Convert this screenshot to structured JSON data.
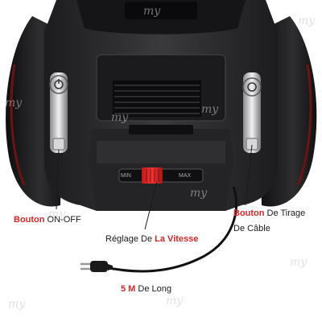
{
  "labels": {
    "on_off": {
      "accent": "Bouton",
      "rest": " ON-OFF"
    },
    "speed": {
      "prefix": "Réglage De ",
      "accent": "La Vitesse"
    },
    "cable_tirage": {
      "accent": "Bouton",
      "rest": " De Tirage"
    },
    "cable_line2": "De Câble",
    "length": {
      "accent": "5 M",
      "rest": " De Long"
    }
  },
  "slider": {
    "min_label": "MIN",
    "max_label": "MAX"
  },
  "watermark": "my",
  "colors": {
    "accent": "#d42828",
    "body": "#2a2a2c",
    "text": "#1a1a1a"
  }
}
